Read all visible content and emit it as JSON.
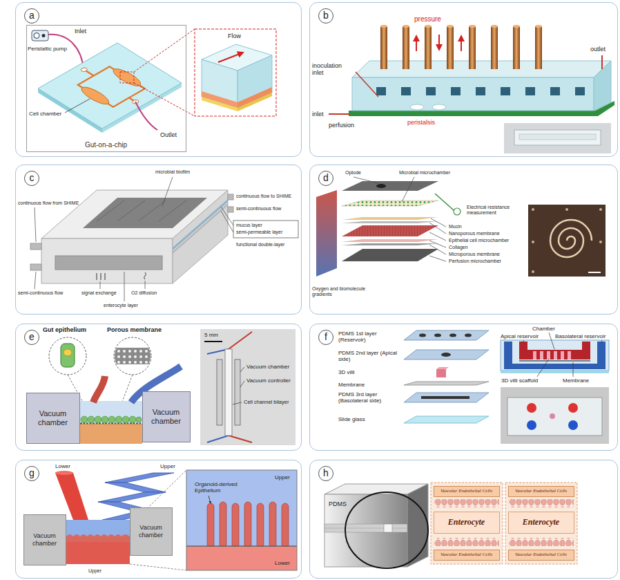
{
  "diagram": {
    "nodes": [
      {
        "text": [
          "a"
        ]
      },
      {
        "text": [
          "Gut-on-a-chip"
        ],
        "in": 0
      },
      {
        "text": [
          "b"
        ]
      },
      {
        "text": [
          "c"
        ]
      },
      {
        "text": [
          "d"
        ]
      },
      {
        "text": [
          "e"
        ]
      },
      {
        "text": [
          "Vacuum chamber"
        ],
        "in": 5
      },
      {
        "text": [
          "Vacuum chamber"
        ],
        "in": 5
      },
      {
        "text": [
          "f"
        ]
      },
      {
        "text": [
          "g"
        ]
      },
      {
        "text": [
          "Vacuum chamber"
        ],
        "in": 9
      },
      {
        "text": [
          "Vacuum chamber"
        ],
        "in": 9
      },
      {
        "text": [
          "h"
        ]
      },
      {
        "text": [
          "Vascular Endothelial Cells"
        ],
        "in": 12
      },
      {
        "text": [
          "Enterocyte"
        ],
        "in": 12
      },
      {
        "text": [
          "Vascular Endothelial Cells"
        ],
        "in": 12
      },
      {
        "text": [
          "Vascular Endothelial Cells"
        ],
        "in": 12
      },
      {
        "text": [
          "Enterocyte"
        ],
        "in": 12
      },
      {
        "text": [
          "Vascular Endothelial Cells"
        ],
        "in": 12
      }
    ],
    "labels": [
      "Inlet",
      "Peristaltic pump",
      "Cell chamber",
      "Outlet",
      "Flow",
      "pressure",
      "inoculation inlet",
      "inlet",
      "perfusion",
      "peristalsis",
      "outlet",
      "microbial biofilm",
      "continuous flow to SHIME",
      "semi-continuous flow",
      "mucus layer",
      "semi-permeable layer",
      "functional double-layer",
      "continuous flow from SHIME",
      "semi-continuous flow",
      "signal exchange",
      "O2 diffusion",
      "enterocyte layer",
      "Optode",
      "Microbial microchamber",
      "Electrical resistance measurement",
      "Mucin",
      "Nanoporous membrane",
      "Epithelial cell microchamber",
      "Collagen",
      "Microporous membrane",
      "Perfusion microchamber",
      "Oxygen and biomolecule gradients",
      "Gut epithelium",
      "Porous membrane",
      "5 mm",
      "Vacuum chamber",
      "Vacuum controller",
      "Cell channel bilayer",
      "PDMS 1st layer (Reservoir)",
      "PDMS 2nd layer (Apical side)",
      "3D villi",
      "Membrane",
      "PDMS 3rd layer (Basolateral side)",
      "Slide glass",
      "Chamber",
      "Apical reservoir",
      "Basolateral reservoir",
      "3D villi scaffold",
      "Membrane",
      "Lower",
      "Upper",
      "Upper",
      "Organoid-derived Epithelium",
      "Upper",
      "Lower",
      "PDMS"
    ]
  }
}
